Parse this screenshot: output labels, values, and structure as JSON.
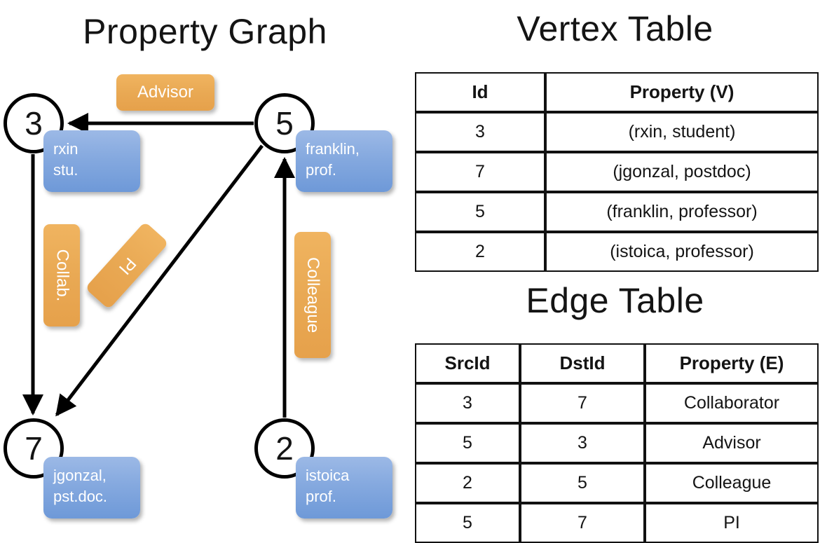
{
  "graph": {
    "title": "Property Graph",
    "vertices": [
      {
        "id": "3",
        "prop_line1": "rxin",
        "prop_line2": "stu."
      },
      {
        "id": "5",
        "prop_line1": "franklin,",
        "prop_line2": "prof."
      },
      {
        "id": "7",
        "prop_line1": "jgonzal,",
        "prop_line2": "pst.doc."
      },
      {
        "id": "2",
        "prop_line1": "istoica",
        "prop_line2": "prof."
      }
    ],
    "edge_labels": {
      "advisor": "Advisor",
      "collab": "Collab.",
      "pi": "PI",
      "colleague": "Colleague"
    },
    "colors": {
      "vertex_box_fill": "#85a9df",
      "edge_label_fill": "#e9a954",
      "stroke": "#000000"
    }
  },
  "vertex_table": {
    "title": "Vertex Table",
    "headers": [
      "Id",
      "Property (V)"
    ],
    "rows": [
      {
        "id": "3",
        "property": "(rxin, student)"
      },
      {
        "id": "7",
        "property": "(jgonzal, postdoc)"
      },
      {
        "id": "5",
        "property": "(franklin, professor)"
      },
      {
        "id": "2",
        "property": "(istoica, professor)"
      }
    ],
    "property_column_color": "#d6e0f1"
  },
  "edge_table": {
    "title": "Edge Table",
    "headers": [
      "SrcId",
      "DstId",
      "Property (E)"
    ],
    "rows": [
      {
        "src": "3",
        "dst": "7",
        "property": "Collaborator"
      },
      {
        "src": "5",
        "dst": "3",
        "property": "Advisor"
      },
      {
        "src": "2",
        "dst": "5",
        "property": "Colleague"
      },
      {
        "src": "5",
        "dst": "7",
        "property": "PI"
      }
    ],
    "property_column_color": "#f8e0c5"
  }
}
